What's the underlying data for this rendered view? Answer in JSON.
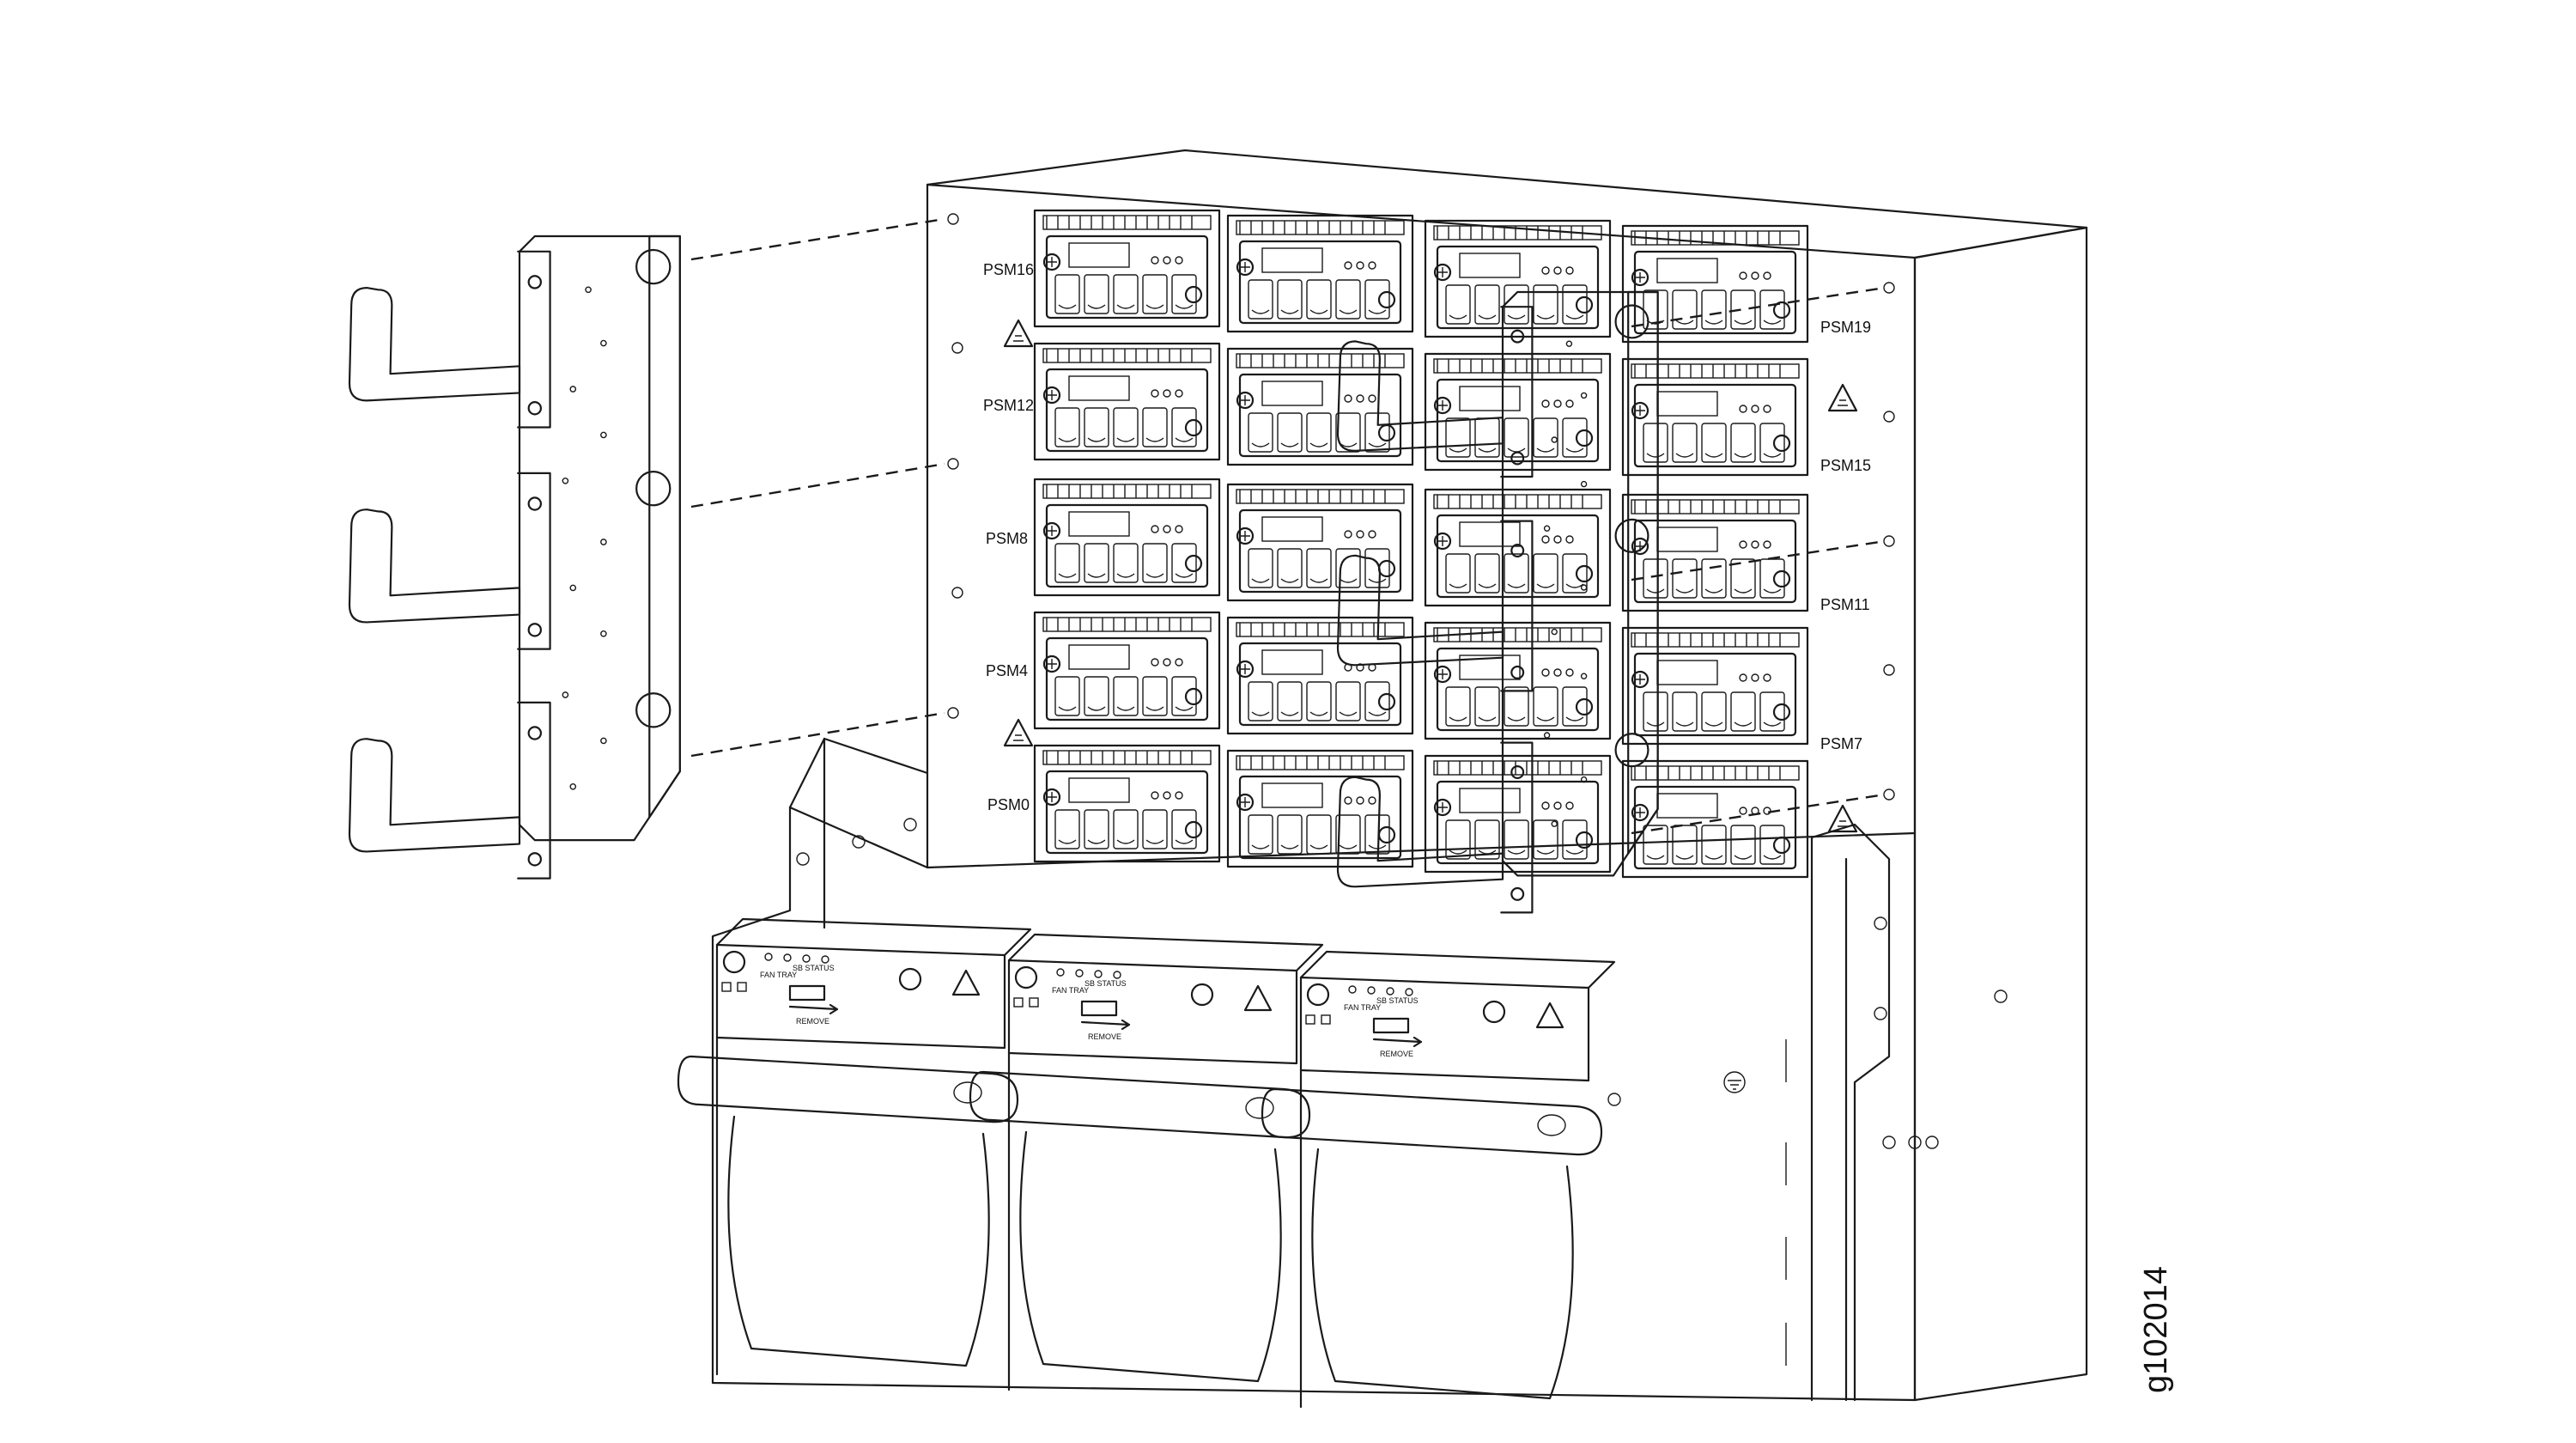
{
  "psm_labels": {
    "left": [
      "PSM16",
      "PSM12",
      "PSM8",
      "PSM4",
      "PSM0"
    ],
    "right": [
      "PSM19",
      "PSM15",
      "PSM11",
      "PSM7"
    ]
  },
  "fan_tray_labels": {
    "fan_tray": "FAN TRAY",
    "sb_status": "SB STATUS",
    "remove": "REMOVE"
  },
  "figure_id": "g102014"
}
